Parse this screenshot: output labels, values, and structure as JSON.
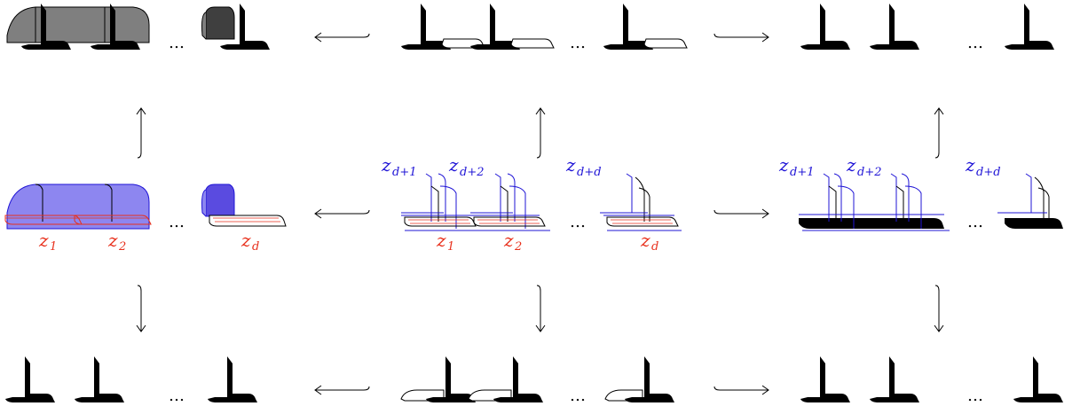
{
  "ellipsis": "…",
  "colors": {
    "black": "#000000",
    "grey_fill": "#7f7f7f",
    "dark_grey_fill": "#3f3f3f",
    "blue_fill": "#8d86f0",
    "dark_blue_fill": "#5a4be0",
    "blue_stroke": "#1f14d6",
    "red": "#e8301c",
    "orange_band": "#f0a030"
  },
  "arrows": {
    "horizontal": "hook-arrow",
    "vertical": "hook-arrow"
  },
  "labels": {
    "z1": {
      "base": "z",
      "sub": "1"
    },
    "z2": {
      "base": "z",
      "sub": "2"
    },
    "zd": {
      "base": "z",
      "sub": "d"
    },
    "zd1": {
      "base": "z",
      "sub": "d+1"
    },
    "zd2": {
      "base": "z",
      "sub": "d+2"
    },
    "zdd": {
      "base": "z",
      "sub": "d+d"
    }
  }
}
